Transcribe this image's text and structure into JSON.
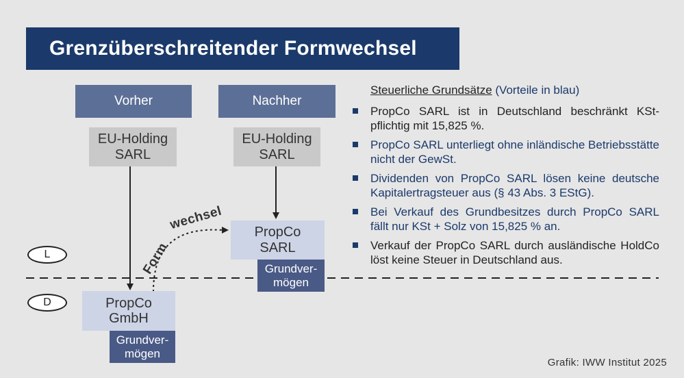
{
  "title": "Grenzüberschreitender Formwechsel",
  "before": {
    "header": "Vorher",
    "holding_line1": "EU-Holding",
    "holding_line2": "SARL",
    "propco_line1": "PropCo",
    "propco_line2": "GmbH",
    "asset_line1": "Grundver-",
    "asset_line2": "mögen"
  },
  "after": {
    "header": "Nachher",
    "holding_line1": "EU-Holding",
    "holding_line2": "SARL",
    "propco_line1": "PropCo",
    "propco_line2": "SARL",
    "asset_line1": "Grundver-",
    "asset_line2": "mögen"
  },
  "transition_label_part1": "Form",
  "transition_label_part2": "wechsel",
  "countries": {
    "upper": "L",
    "lower": "D"
  },
  "principles": {
    "heading": "Steuerliche Grundsätze",
    "heading_note": "(Vorteile in blau)",
    "items": [
      {
        "text": "PropCo SARL ist in Deutschland beschränkt KSt-pflichtig mit 15,825 %.",
        "advantage": false
      },
      {
        "text": "PropCo SARL unterliegt ohne inländische Betriebsstätte nicht der GewSt.",
        "advantage": true
      },
      {
        "text": "Dividenden von PropCo SARL lösen keine deutsche Kapitalertragsteuer aus (§ 43 Abs. 3 EStG).",
        "advantage": true
      },
      {
        "text": "Bei Verkauf des Grundbesitzes durch PropCo SARL fällt nur KSt + Solz von 15,825 % an.",
        "advantage": true
      },
      {
        "text": "Verkauf der PropCo SARL durch ausländische HoldCo löst keine Steuer in Deutschland aus.",
        "advantage": false
      }
    ]
  },
  "credit": "Grafik: IWW Institut 2025",
  "colors": {
    "title_bg": "#1b3a6b",
    "header_bg": "#5c6f96",
    "holding_bg": "#c9c9c9",
    "propco_bg": "#cdd4e6",
    "asset_bg": "#4a5a86",
    "advantage_text": "#1b3a6b"
  }
}
